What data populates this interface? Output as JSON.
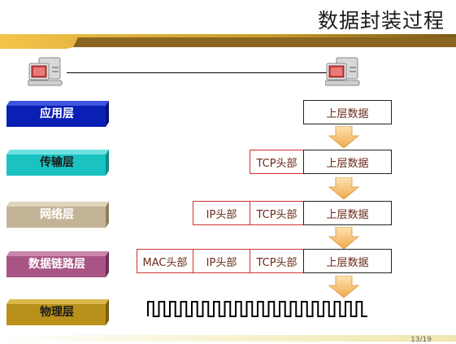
{
  "title": "数据封装过程",
  "layers": [
    {
      "label": "应用层",
      "color": "#0a1fb4",
      "text_color": "#ffffff"
    },
    {
      "label": "传输层",
      "color": "#1ac2c2",
      "text_color": "#1a1a1a"
    },
    {
      "label": "网络层",
      "color": "#c4b497",
      "text_color": "#ffffff"
    },
    {
      "label": "数据链路层",
      "color": "#a85585",
      "text_color": "#ffffff"
    },
    {
      "label": "物理层",
      "color": "#b8901a",
      "text_color": "#1a1a1a"
    }
  ],
  "headers": {
    "mac": "MAC头部",
    "ip": "IP头部",
    "tcp": "TCP头部"
  },
  "data_label": "上层数据",
  "page_number": "13/19",
  "colors": {
    "header_border": "#cc3333",
    "arrow_fill": "#f5c27a",
    "title_bar": "#b8901a"
  }
}
